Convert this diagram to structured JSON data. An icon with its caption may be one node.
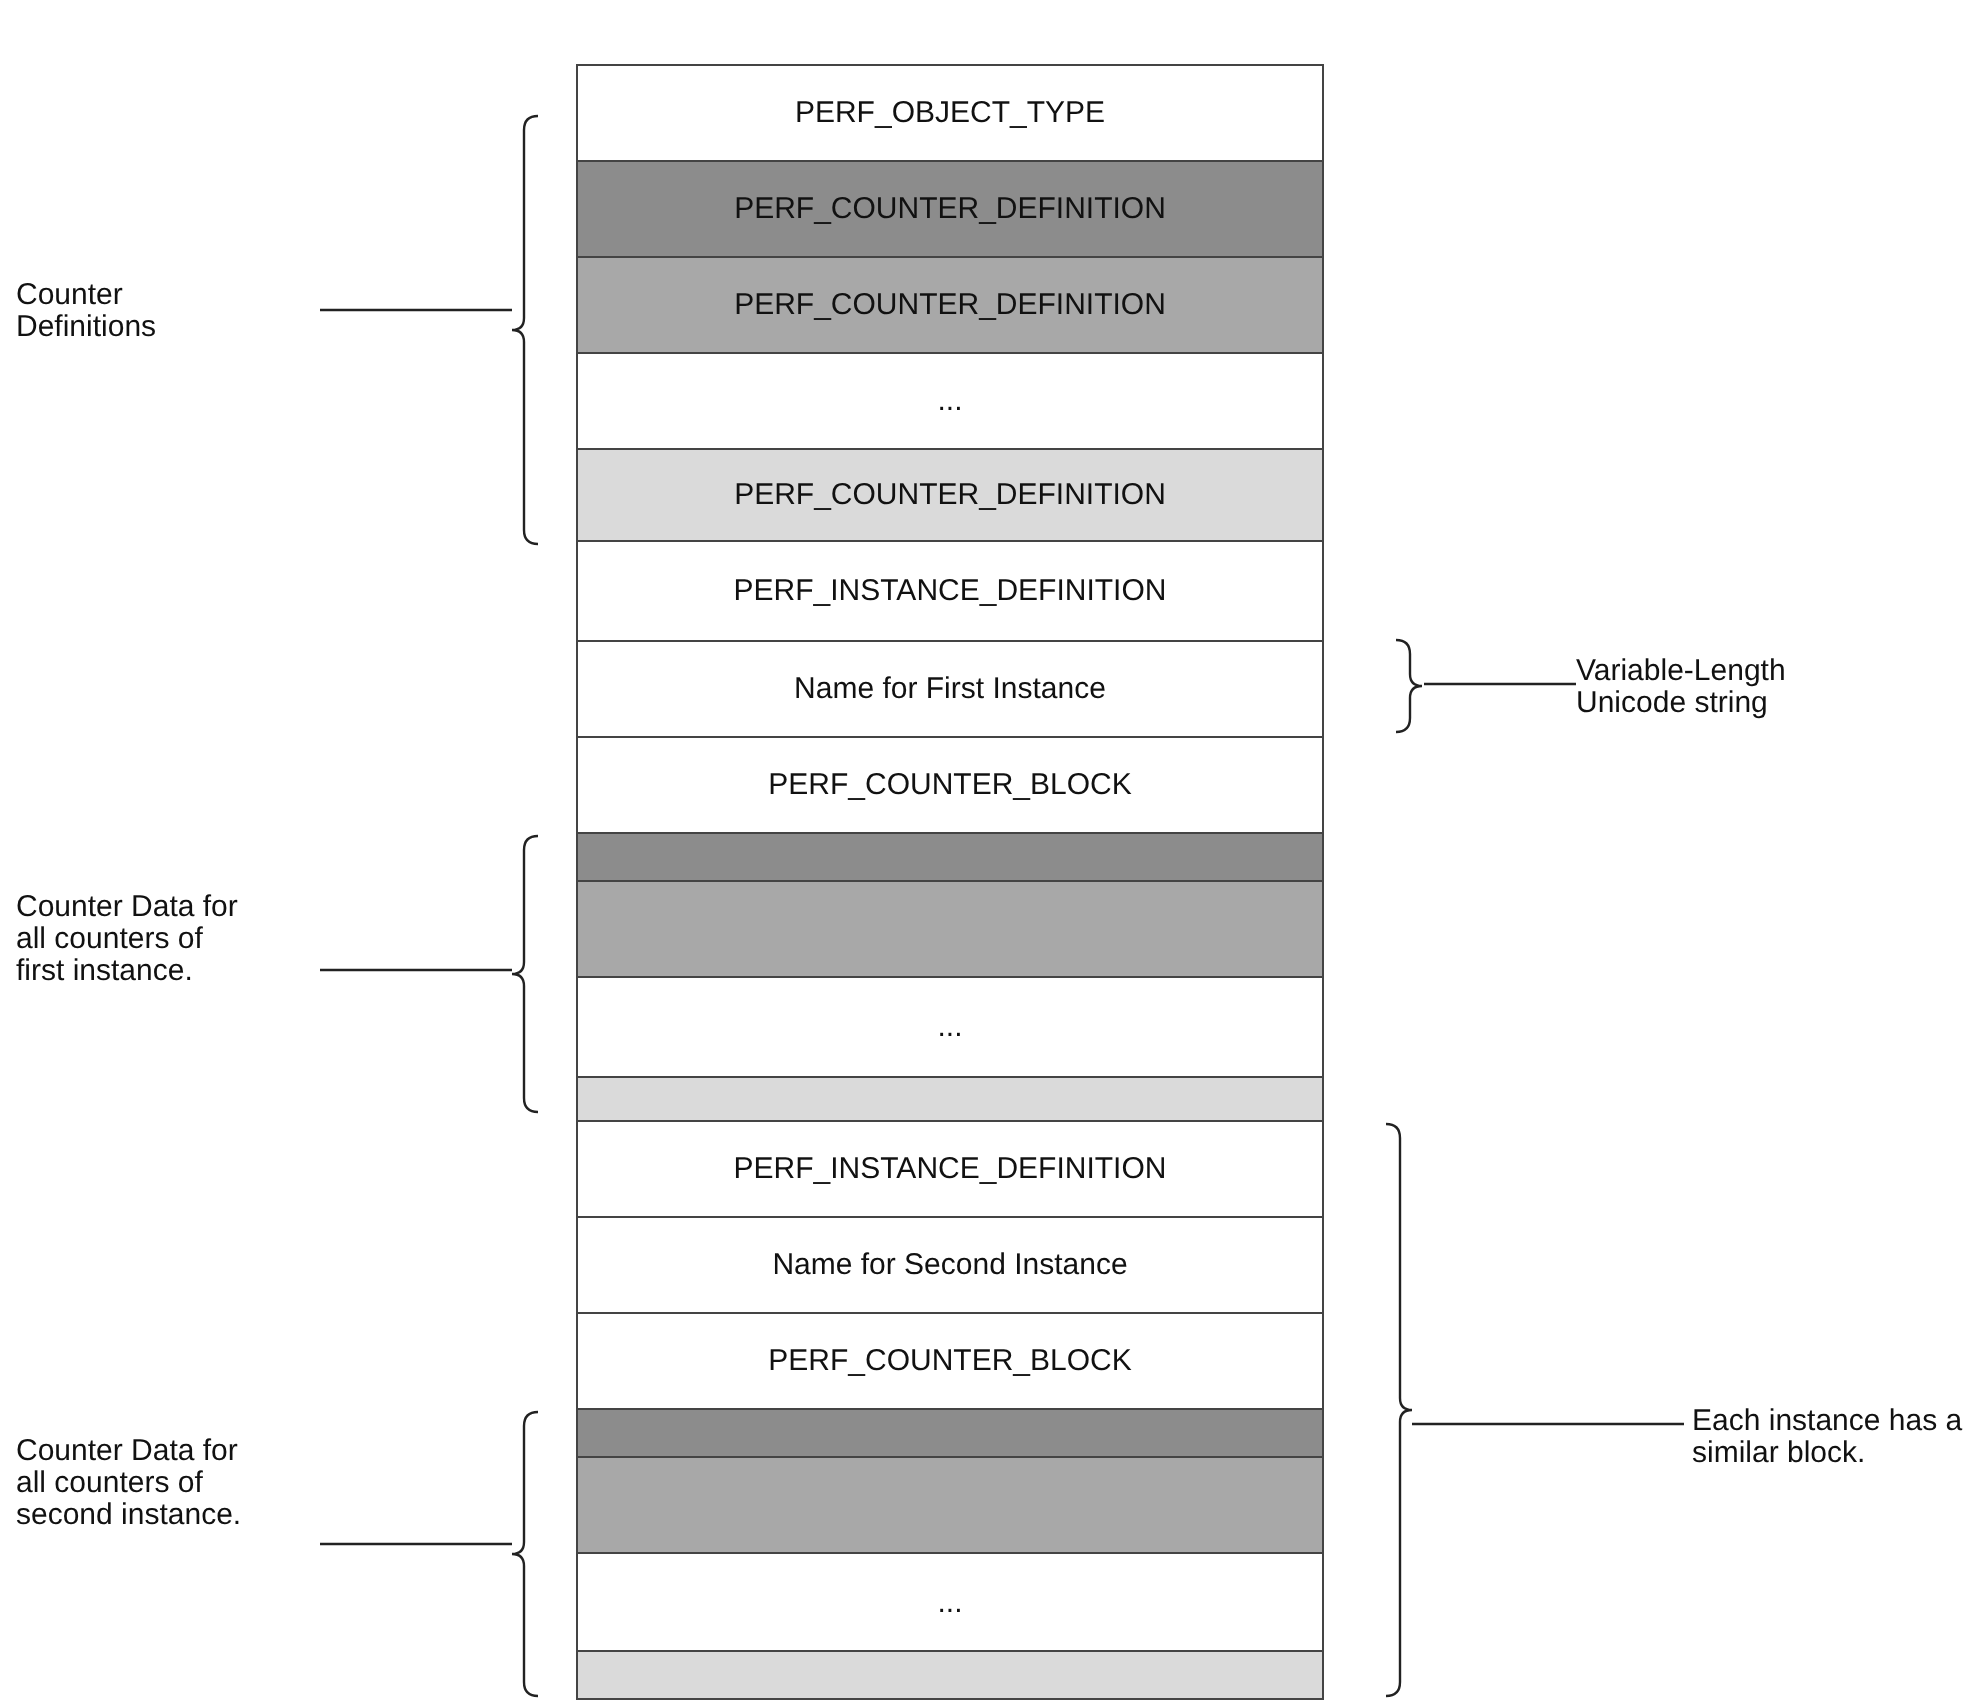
{
  "diagram": {
    "nodes": [
      {
        "text": [
          "PERF_OBJECT_TYPE"
        ]
      },
      {
        "text": [
          "PERF_COUNTER_DEFINITION"
        ]
      },
      {
        "text": [
          "PERF_COUNTER_DEFINITION"
        ]
      },
      {
        "text": [
          "..."
        ]
      },
      {
        "text": [
          "PERF_COUNTER_DEFINITION"
        ]
      },
      {
        "text": [
          "PERF_INSTANCE_DEFINITION"
        ]
      },
      {
        "text": [
          "Name for First Instance"
        ]
      },
      {
        "text": [
          "PERF_COUNTER_BLOCK"
        ]
      },
      {
        "text": [],
        "shape": "box"
      },
      {
        "text": [],
        "shape": "box"
      },
      {
        "text": [
          "..."
        ]
      },
      {
        "text": [],
        "shape": "box"
      },
      {
        "text": [
          "PERF_INSTANCE_DEFINITION"
        ]
      },
      {
        "text": [
          "Name for Second Instance"
        ]
      },
      {
        "text": [
          "PERF_COUNTER_BLOCK"
        ]
      },
      {
        "text": [],
        "shape": "box"
      },
      {
        "text": [],
        "shape": "box"
      },
      {
        "text": [
          "..."
        ]
      },
      {
        "text": [],
        "shape": "box"
      }
    ],
    "edges": [],
    "labels": [
      "Counter Definitions",
      "Variable-Length Unicode string",
      "Counter Data for all counters of first instance.",
      "Each instance has a similar block.",
      "Counter Data for all counters of second instance."
    ]
  }
}
